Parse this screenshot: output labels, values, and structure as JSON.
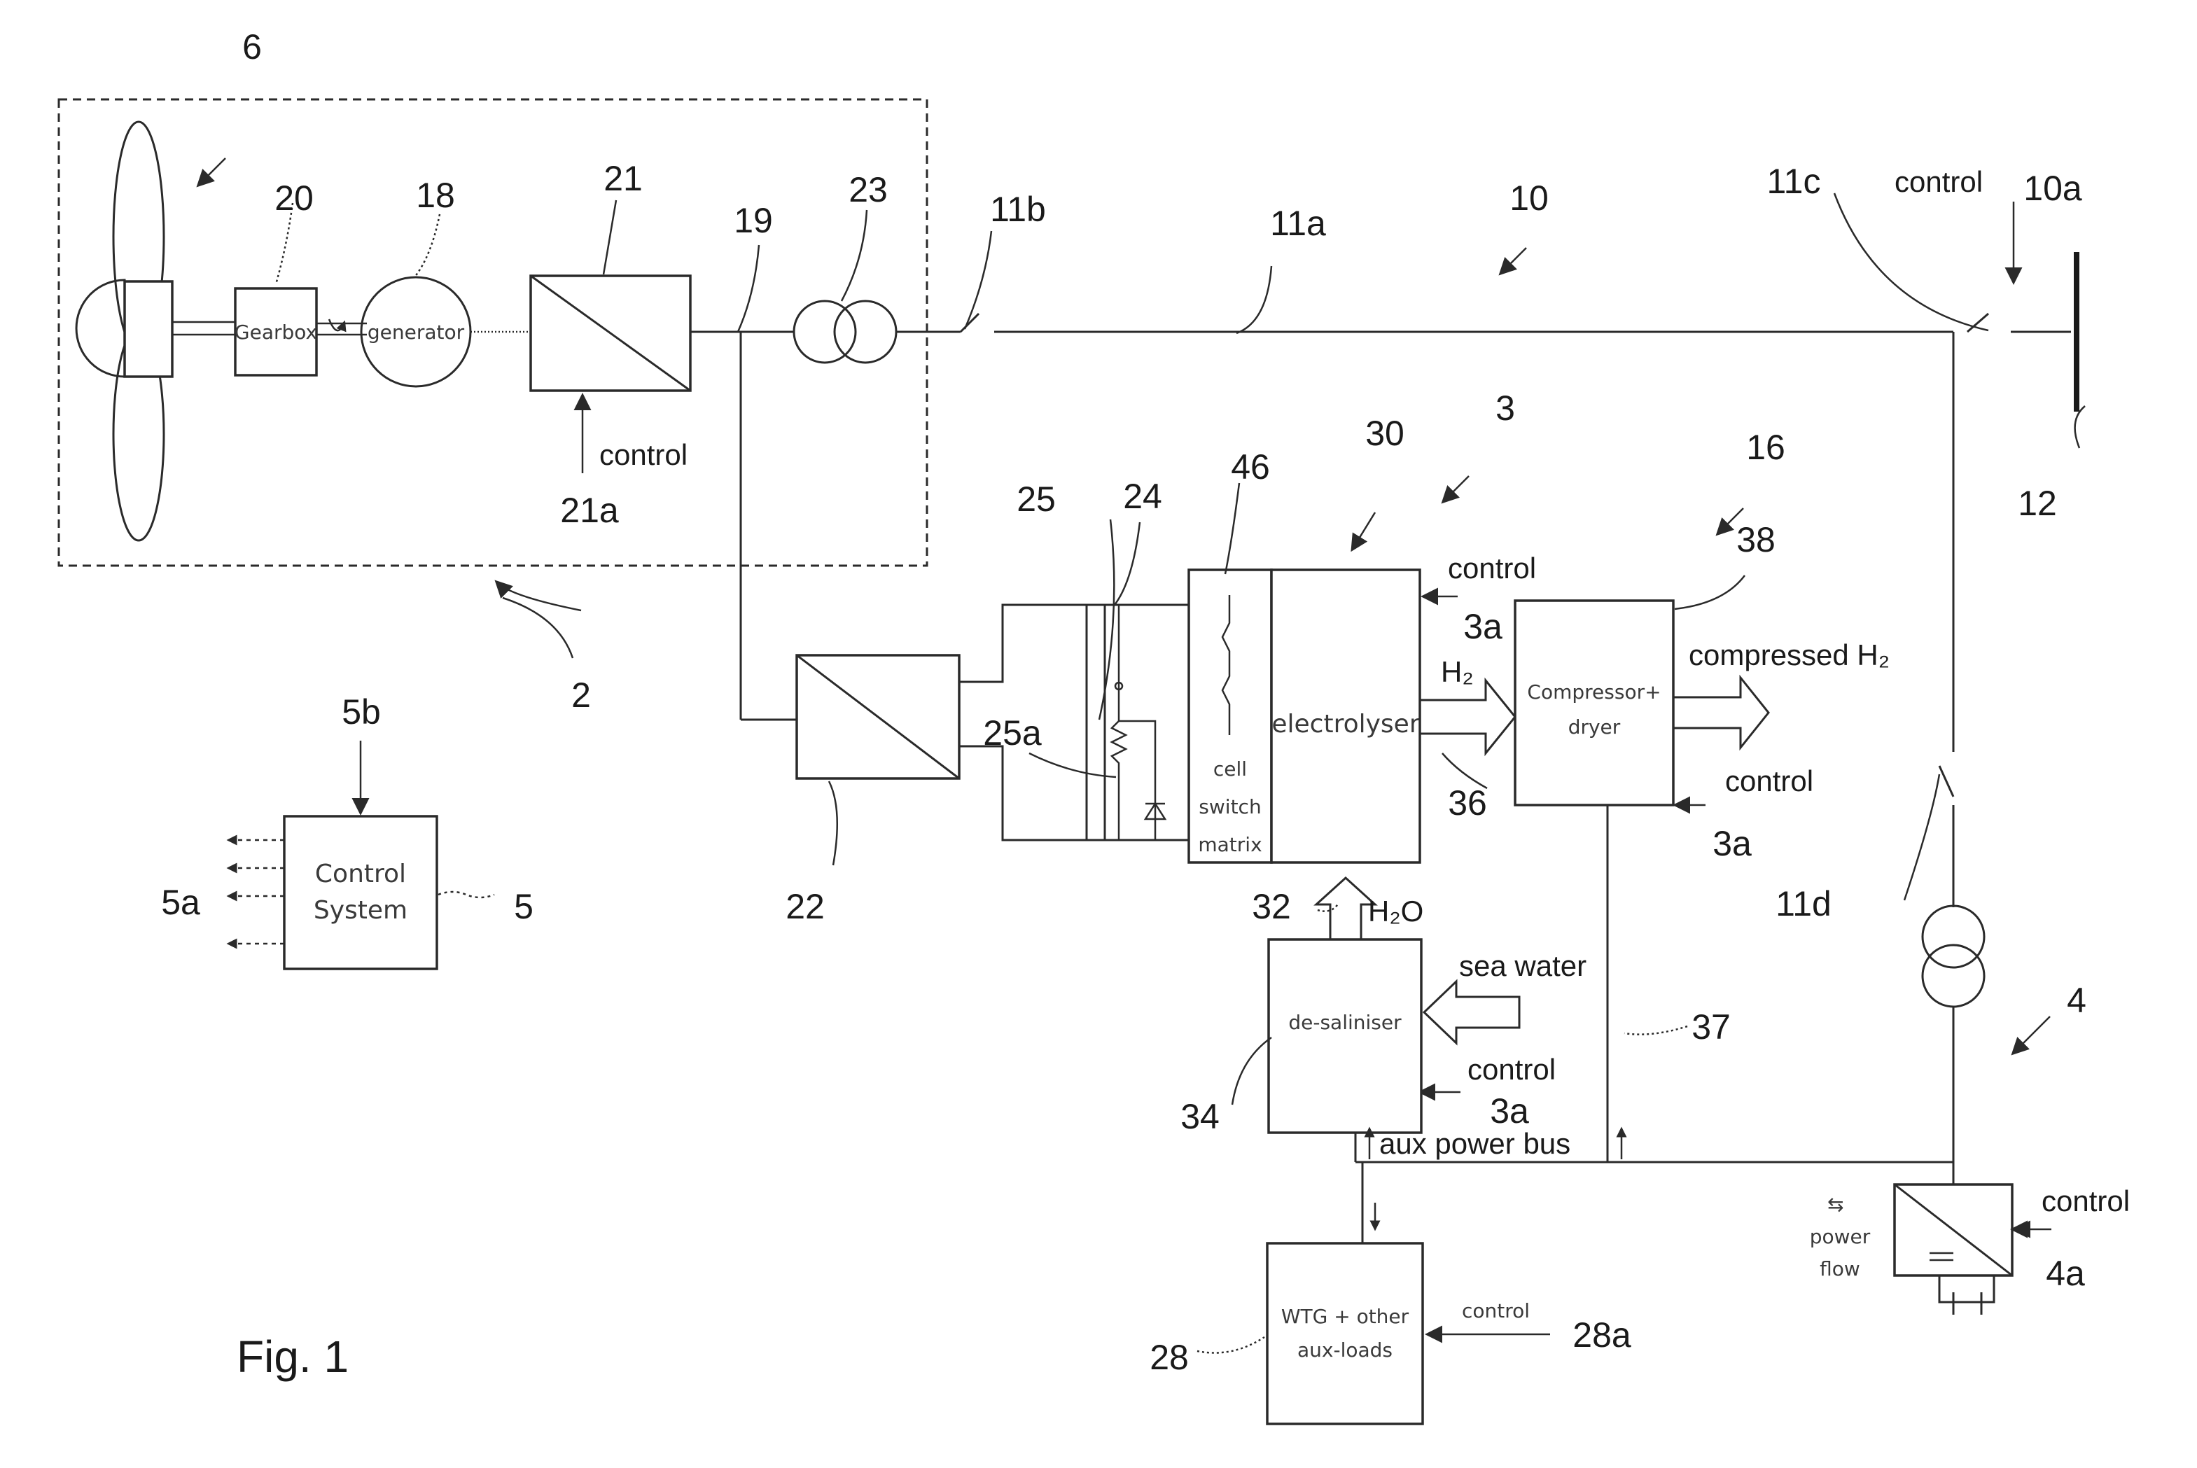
{
  "figure_label": "Fig. 1",
  "refs": {
    "r2": "2",
    "r3": "3",
    "r3a_1": "3a",
    "r3a_2": "3a",
    "r3a_3": "3a",
    "r4": "4",
    "r4a": "4a",
    "r5": "5",
    "r5a": "5a",
    "r5b": "5b",
    "r6": "6",
    "r10": "10",
    "r10a": "10a",
    "r11a": "11a",
    "r11b": "11b",
    "r11c": "11c",
    "r11d": "11d",
    "r12": "12",
    "r16": "16",
    "r18": "18",
    "r19": "19",
    "r20": "20",
    "r21": "21",
    "r21a": "21a",
    "r22": "22",
    "r23": "23",
    "r24": "24",
    "r25": "25",
    "r25a": "25a",
    "r28": "28",
    "r28a": "28a",
    "r30": "30",
    "r32": "32",
    "r34": "34",
    "r36": "36",
    "r37": "37",
    "r38": "38",
    "r46": "46"
  },
  "labels": {
    "control_21a": "control",
    "control_10a": "control",
    "control_elec": "control",
    "control_comp": "control",
    "control_desal": "control",
    "control_28a": "control",
    "control_4a": "control",
    "h2": "H₂",
    "compressed_h2": "compressed H₂",
    "h2o": "H₂O",
    "sea_water": "sea water",
    "aux_power_bus": "aux power bus",
    "power_flow_1": "power",
    "power_flow_2": "flow"
  },
  "blocks": {
    "gearbox": "Gearbox",
    "generator": "generator",
    "control_system_1": "Control",
    "control_system_2": "System",
    "compressor_1": "Compressor+",
    "compressor_2": "dryer",
    "electrolyser": "electrolyser",
    "cell_switch_1": "cell",
    "cell_switch_2": "switch",
    "cell_switch_3": "matrix",
    "desaliniser": "de-saliniser",
    "wtg_1": "WTG + other",
    "wtg_2": "aux-loads"
  }
}
